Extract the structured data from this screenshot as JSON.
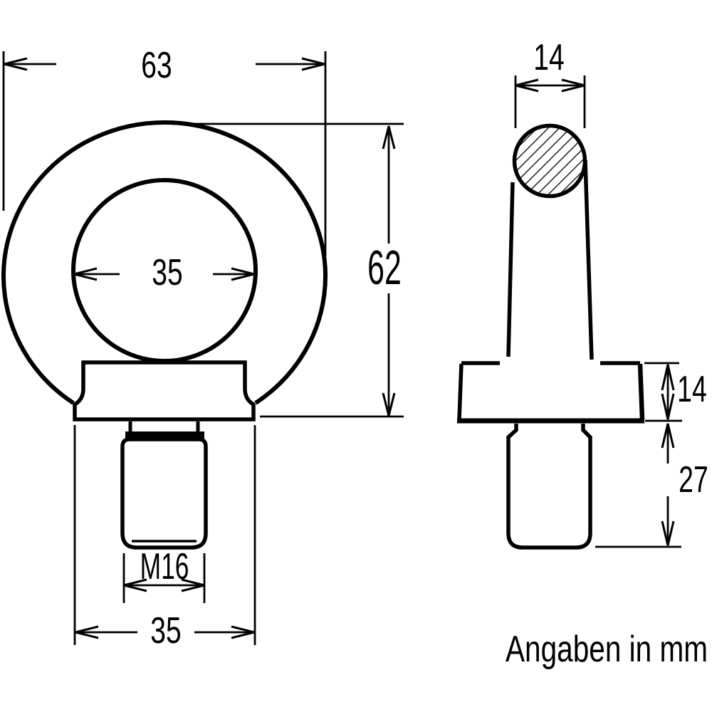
{
  "note": "Angaben in mm",
  "front_view": {
    "outer_width": "63",
    "eye_inner_diameter": "35",
    "overall_height": "62",
    "thread_size": "M16",
    "collar_diameter": "35"
  },
  "side_view": {
    "ring_section_width": "14",
    "collar_height": "14",
    "shank_length": "27"
  },
  "colors": {
    "line": "#000000",
    "background": "#ffffff"
  }
}
